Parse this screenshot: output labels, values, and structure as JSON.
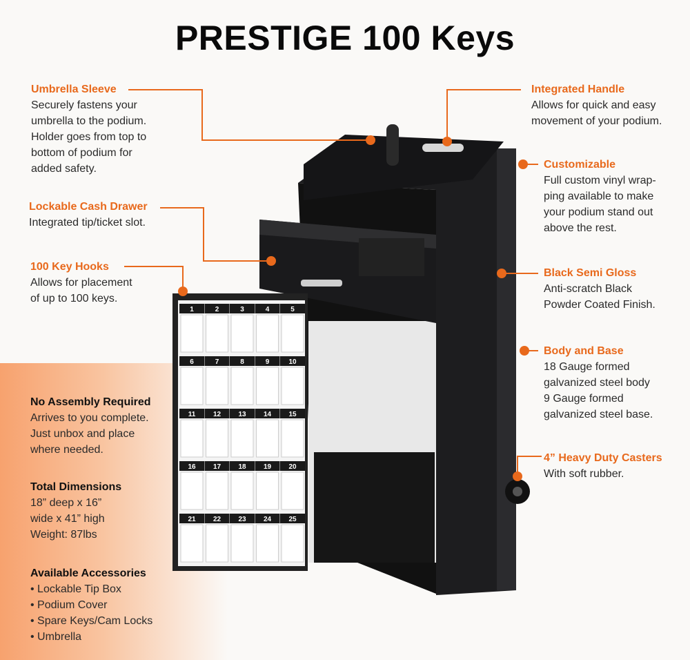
{
  "title": "PRESTIGE 100 Keys",
  "accent_color": "#e8691c",
  "features": {
    "umbrella": {
      "heading": "Umbrella Sleeve",
      "lines": [
        "Securely fastens your",
        "umbrella to the podium.",
        "Holder goes from top to",
        "bottom of podium for",
        "added safety."
      ]
    },
    "drawer": {
      "heading": "Lockable Cash Drawer",
      "lines": [
        "Integrated tip/ticket slot."
      ]
    },
    "hooks": {
      "heading": "100 Key Hooks",
      "lines": [
        "Allows for placement",
        "of up to 100 keys."
      ]
    },
    "handle": {
      "heading": "Integrated Handle",
      "lines": [
        "Allows for quick and easy",
        "movement of your podium."
      ]
    },
    "custom": {
      "heading": "Customizable",
      "lines": [
        "Full custom vinyl wrap-",
        "ping available to make",
        "your podium stand out",
        "above the rest."
      ]
    },
    "gloss": {
      "heading": "Black Semi Gloss",
      "lines": [
        "Anti-scratch Black",
        "Powder Coated Finish."
      ]
    },
    "body": {
      "heading": "Body and Base",
      "lines": [
        "18 Gauge formed",
        "galvanized steel body",
        "9 Gauge formed",
        "galvanized steel base."
      ]
    },
    "casters": {
      "heading": "4” Heavy Duty Casters",
      "lines": [
        "With soft rubber."
      ]
    }
  },
  "specs": {
    "assembly": {
      "heading": "No Assembly Required",
      "lines": [
        "Arrives to you complete.",
        "Just unbox and place",
        "where needed."
      ]
    },
    "dimensions": {
      "heading": "Total Dimensions",
      "lines": [
        "18” deep x 16”",
        "wide x 41” high",
        "Weight: 87lbs"
      ]
    },
    "accessories": {
      "heading": "Available Accessories",
      "lines": [
        "• Lockable Tip Box",
        "• Podium Cover",
        "• Spare Keys/Cam Locks",
        "• Umbrella"
      ]
    }
  },
  "door_key_numbers": [
    "1",
    "2",
    "3",
    "4",
    "5",
    "6",
    "7",
    "8",
    "9",
    "10",
    "11",
    "12",
    "13",
    "14",
    "15",
    "16",
    "17",
    "18",
    "19",
    "20",
    "21",
    "22",
    "23",
    "24",
    "25"
  ]
}
